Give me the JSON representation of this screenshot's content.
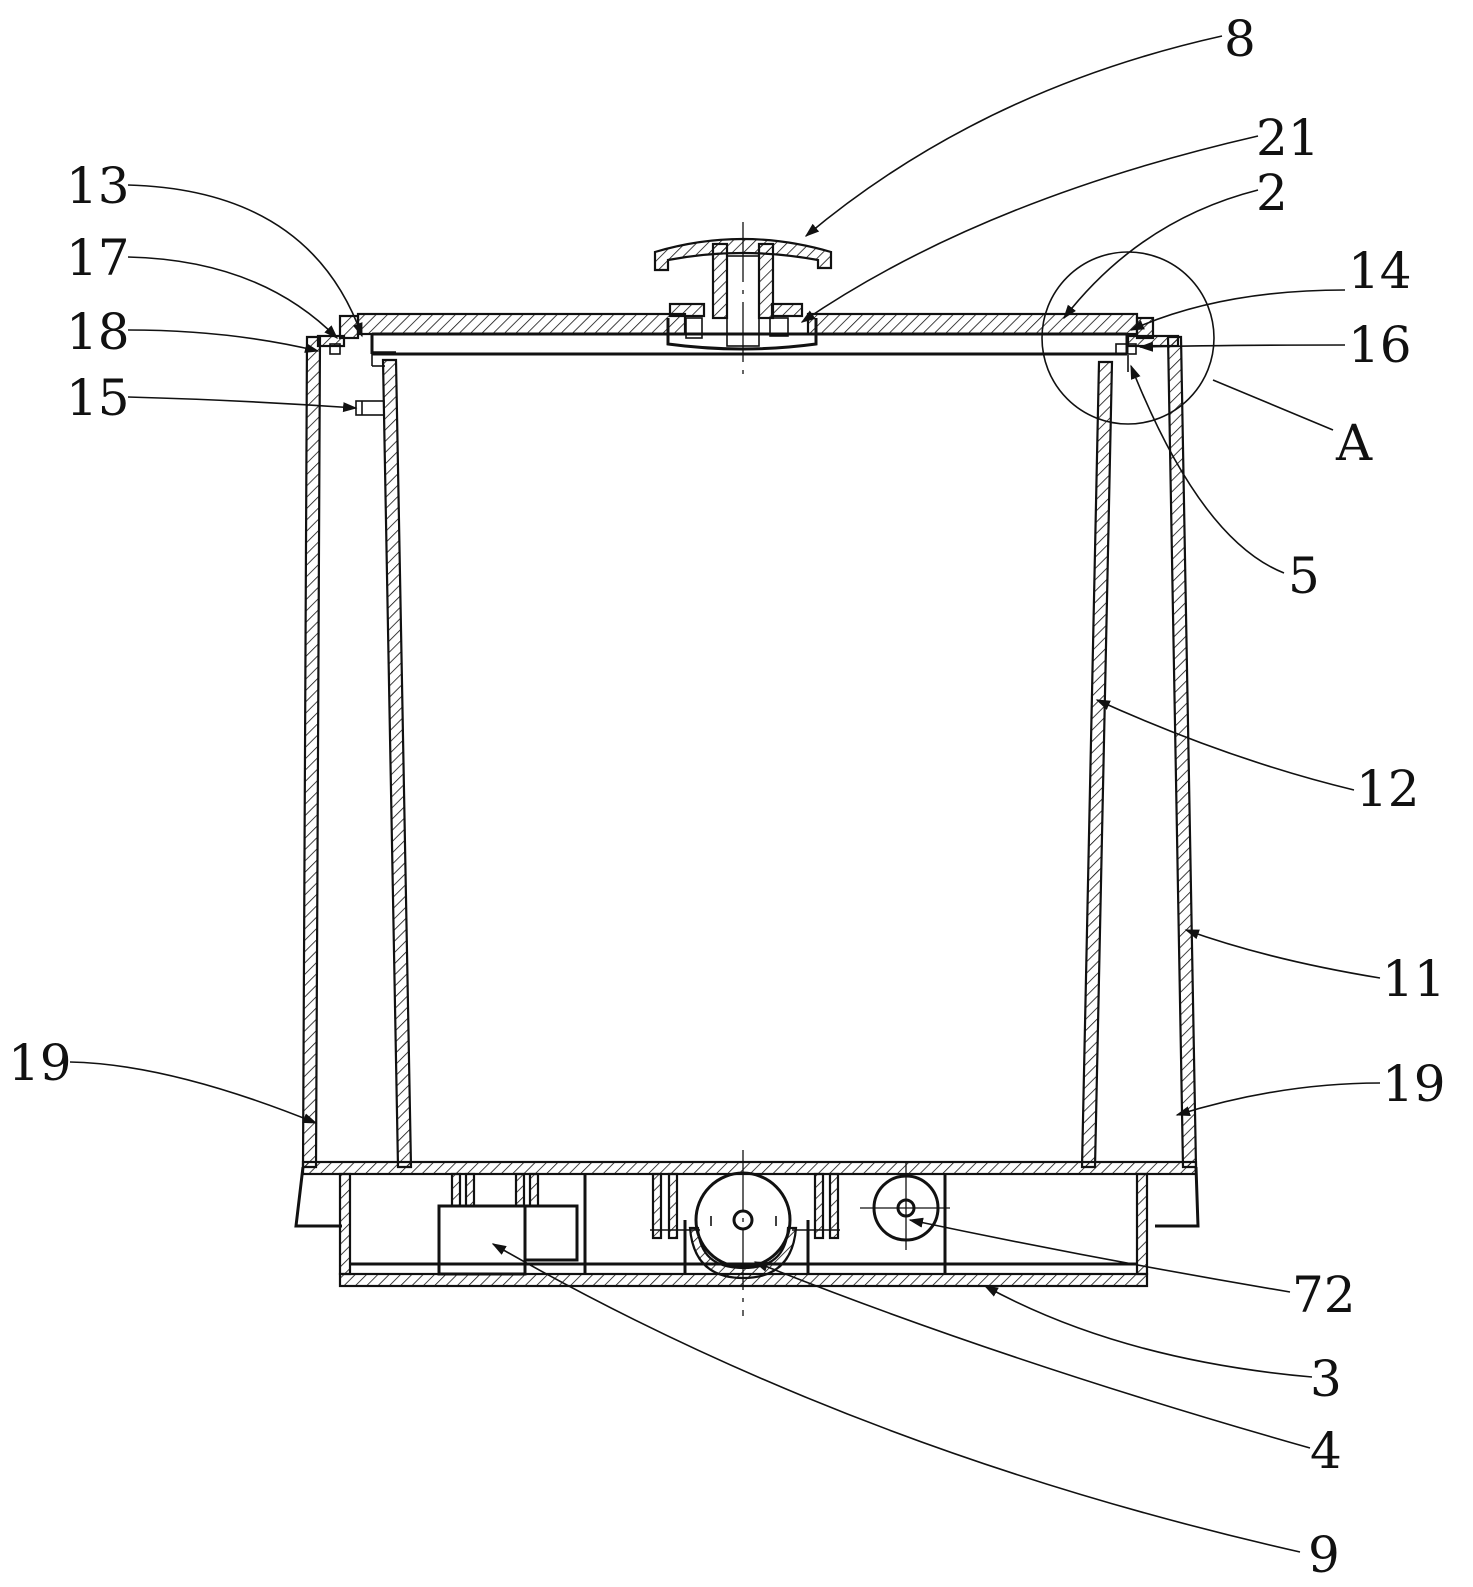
{
  "colors": {
    "line": "#111111",
    "background": "#ffffff"
  },
  "labels": {
    "l8": "8",
    "l21": "21",
    "l2": "2",
    "l14": "14",
    "l16": "16",
    "lA": "A",
    "l5": "5",
    "l13": "13",
    "l17": "17",
    "l18": "18",
    "l15": "15",
    "l12": "12",
    "l11": "11",
    "l19_left": "19",
    "l19_right": "19",
    "l72": "72",
    "l3": "3",
    "l4": "4",
    "l9": "9"
  }
}
